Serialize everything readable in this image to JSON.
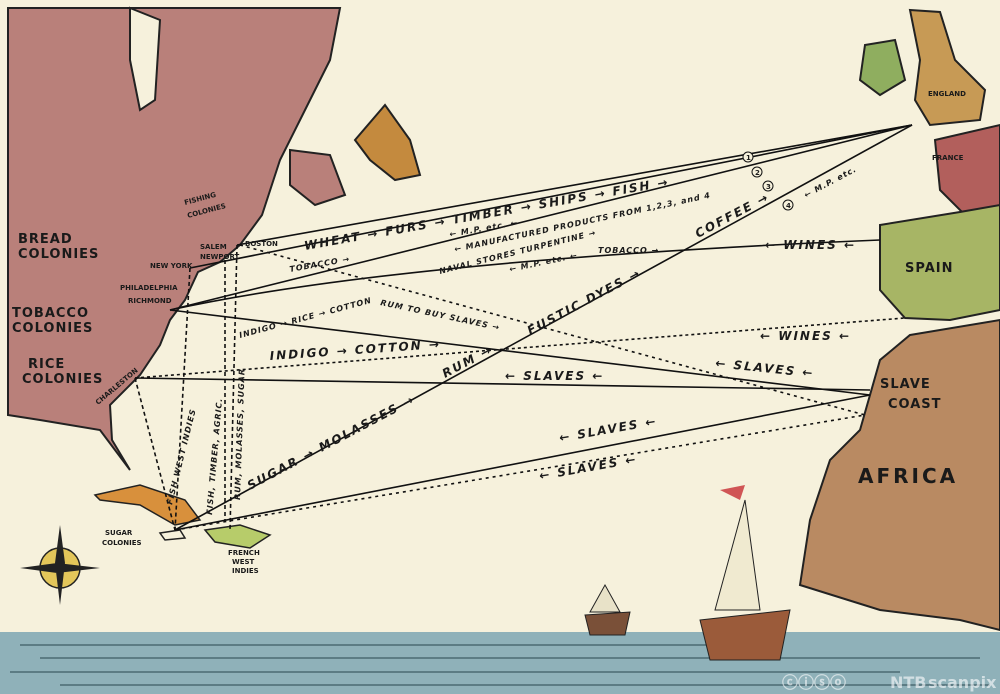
{
  "colors": {
    "paper": "#f6f1dc",
    "america": "#b9807a",
    "britain": "#c79a55",
    "ireland": "#8fae5f",
    "newfoundland": "#c48a3e",
    "spain": "#a7b565",
    "africa": "#b98a62",
    "france": "#b25f5c",
    "sea": "#8fb1b9",
    "cuba": "#d8903c",
    "hispaniola": "#b7cc6a"
  },
  "regions": {
    "bread_colonies": [
      "BREAD",
      "COLONIES"
    ],
    "tobacco_colonies": [
      "TOBACCO",
      "COLONIES"
    ],
    "rice_colonies": [
      "RICE",
      "COLONIES"
    ],
    "fishing_colonies": [
      "FISHING",
      "COLONIES"
    ],
    "sugar_colonies": [
      "SUGAR",
      "COLONIES"
    ],
    "french_west_indies": [
      "FRENCH",
      "WEST",
      "INDIES"
    ],
    "england": "ENGLAND",
    "france": "FRANCE",
    "spain": "SPAIN",
    "slave_coast": [
      "SLAVE",
      "COAST"
    ],
    "africa": "AFRICA"
  },
  "cities": {
    "boston": "BOSTON",
    "salem": "SALEM",
    "newport": "NEWPORT",
    "new_york": "NEW YORK",
    "philadelphia": "PHILADELPHIA",
    "richmond": "RICHMOND",
    "charleston": "CHARLESTON"
  },
  "routes": {
    "r1": "WHEAT → FURS → TIMBER → SHIPS → FISH →",
    "r1_return": "← M.P. etc. ←",
    "r2_return": "← MANUFACTURED PRODUCTS FROM 1,2,3, and 4",
    "r3": "NAVAL STORES   TURPENTINE →",
    "r3_return": "← M.P. etc. ←",
    "tobacco_ny": "TOBACCO →",
    "tobacco_spain": "TOBACCO →",
    "coffee": "COFFEE →",
    "r4_return": "← M.P. etc.",
    "wines1": "← WINES ←",
    "wines2": "← WINES ←",
    "indigo_rice_cotton": "INDIGO → RICE → COTTON",
    "rum_slaves": "RUM TO BUY SLAVES →",
    "fustic": "FUSTIC DYES →",
    "indigo_cotton": "INDIGO → COTTON →",
    "rum": "RUM →",
    "slaves1": "← SLAVES ←",
    "slaves2": "← SLAVES ←",
    "slaves3": "← SLAVES ←",
    "slaves4": "← SLAVES ←",
    "sugar_molasses": "SUGAR → MOLASSES →",
    "fish_wi": "FISH WEST INDIES",
    "fish_timber": "FISH, TIMBER, AGRIC.",
    "rum_molasses": "RUM, MOLASSES, SUGAR",
    "numbers": [
      "1",
      "2",
      "3",
      "4"
    ]
  },
  "watermark": {
    "license": "ⓒⓘⓢⓞ",
    "brand": "NTB",
    "sub": "scanpix"
  }
}
